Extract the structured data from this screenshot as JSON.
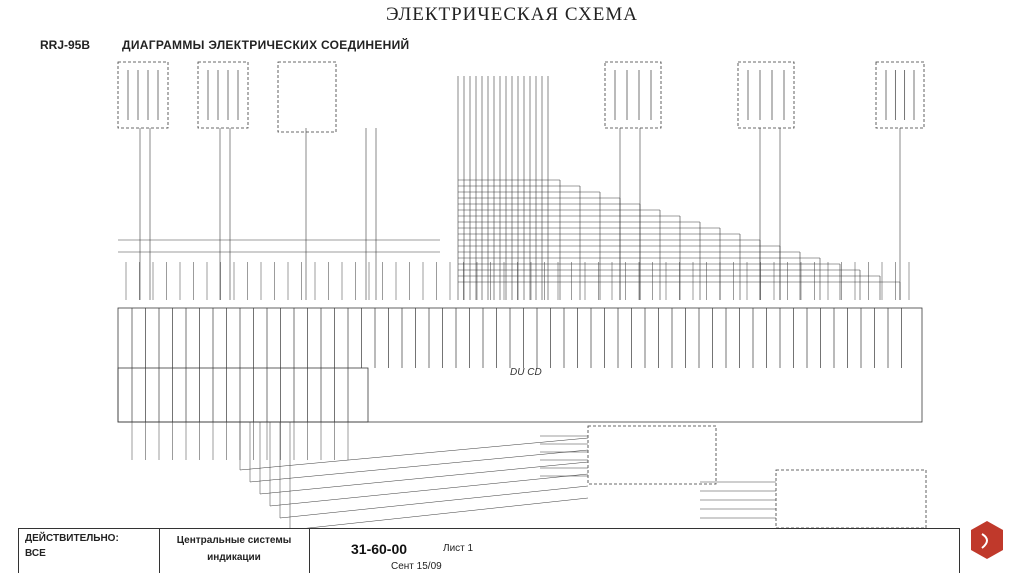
{
  "slide": {
    "title": "ЭЛЕКТРИЧЕСКАЯ СХЕМА"
  },
  "drawing": {
    "code": "RRJ-95B",
    "title": "ДИАГРАММЫ ЭЛЕКТРИЧЕСКИХ СОЕДИНЕНИЙ",
    "unit_label": "DU CD"
  },
  "title_block": {
    "valid_line1": "ДЕЙСТВИТЕЛЬНО:",
    "valid_line2": "ВСЕ",
    "system_line1": "Центральные системы",
    "system_line2": "индикации",
    "doc_number": "31-60-00",
    "sheet": "Лист 1",
    "date": "Сент 15/09"
  },
  "colors": {
    "line": "#3a3a3a",
    "logo": "#c0392b"
  }
}
